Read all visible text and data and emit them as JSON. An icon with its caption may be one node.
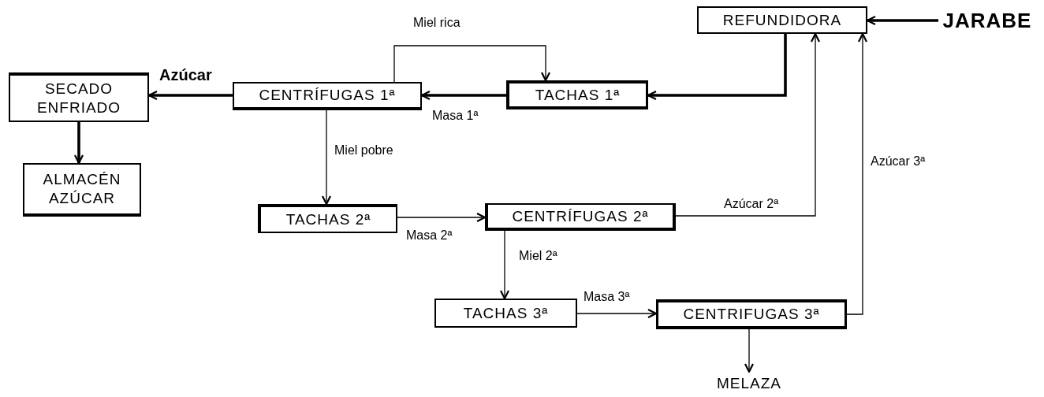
{
  "diagram": {
    "nodes": [
      {
        "text": [
          "REFUNDIDORA"
        ]
      },
      {
        "text": [
          "JARABE"
        ]
      },
      {
        "text": [
          "SECADO ENFRIADO"
        ]
      },
      {
        "text": [
          "CENTRÍFUGAS 1ª"
        ]
      },
      {
        "text": [
          "TACHAS 1ª"
        ]
      },
      {
        "text": [
          "ALMACÉN AZÚCAR"
        ]
      },
      {
        "text": [
          "TACHAS 2ª"
        ]
      },
      {
        "text": [
          "CENTRÍFUGAS 2ª"
        ]
      },
      {
        "text": [
          "TACHAS 3ª"
        ]
      },
      {
        "text": [
          "CENTRIFUGAS 3ª"
        ]
      },
      {
        "text": [
          "MELAZA"
        ]
      }
    ],
    "edges": [
      {
        "from": 1,
        "to": 0,
        "arrow": "to",
        "style": "thick"
      },
      {
        "from": 0,
        "to": 4,
        "arrow": "to",
        "style": "thick"
      },
      {
        "from": 4,
        "to": 3,
        "arrow": "to",
        "label": "Masa 1ª",
        "style": "thick"
      },
      {
        "from": 3,
        "to": 4,
        "arrow": "to",
        "label": "Miel rica"
      },
      {
        "from": 3,
        "to": 2,
        "arrow": "to",
        "label": "Azúcar",
        "style": "thick"
      },
      {
        "from": 2,
        "to": 5,
        "arrow": "to",
        "style": "thick"
      },
      {
        "from": 3,
        "to": 6,
        "arrow": "to",
        "label": "Miel pobre"
      },
      {
        "from": 6,
        "to": 7,
        "arrow": "to",
        "label": "Masa 2ª"
      },
      {
        "from": 7,
        "to": 0,
        "arrow": "to",
        "label": "Azúcar 2ª"
      },
      {
        "from": 7,
        "to": 8,
        "arrow": "to",
        "label": "Miel 2ª"
      },
      {
        "from": 8,
        "to": 9,
        "arrow": "to",
        "label": "Masa 3ª"
      },
      {
        "from": 9,
        "to": 0,
        "arrow": "to",
        "label": "Azúcar 3ª"
      },
      {
        "from": 9,
        "to": 10,
        "arrow": "to"
      }
    ]
  }
}
